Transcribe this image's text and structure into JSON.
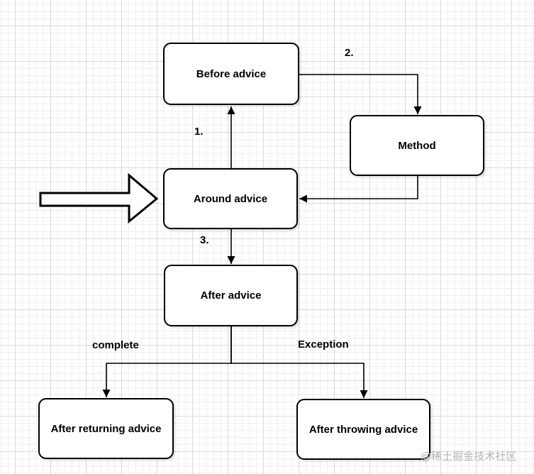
{
  "diagram": {
    "title_hint": "AOP advice flow",
    "nodes": [
      {
        "id": "before-advice",
        "label": "Before advice"
      },
      {
        "id": "method",
        "label": "Method"
      },
      {
        "id": "around-advice",
        "label": "Around advice"
      },
      {
        "id": "after-advice",
        "label": "After advice"
      },
      {
        "id": "after-returning-advice",
        "label": "After returning advice"
      },
      {
        "id": "after-throwing-advice",
        "label": "After throwing advice"
      }
    ],
    "edges": [
      {
        "from": "around-advice",
        "to": "before-advice",
        "label": "1."
      },
      {
        "from": "before-advice",
        "to": "method",
        "label": "2."
      },
      {
        "from": "method",
        "to": "around-advice",
        "label": ""
      },
      {
        "from": "around-advice",
        "to": "after-advice",
        "label": "3."
      },
      {
        "from": "after-advice",
        "to": "after-returning-advice",
        "label": "complete"
      },
      {
        "from": "after-advice",
        "to": "after-throwing-advice",
        "label": "Exception"
      }
    ],
    "entry_arrow": {
      "points_to": "around-advice"
    },
    "watermark": "@稀土掘金技术社区",
    "colors": {
      "line": "#000000",
      "node_fill": "#ffffff",
      "node_border": "#000000",
      "grid_minor": "#f0f0f0",
      "grid_major": "#d9d9d9",
      "watermark": "#b3b3b3"
    }
  }
}
